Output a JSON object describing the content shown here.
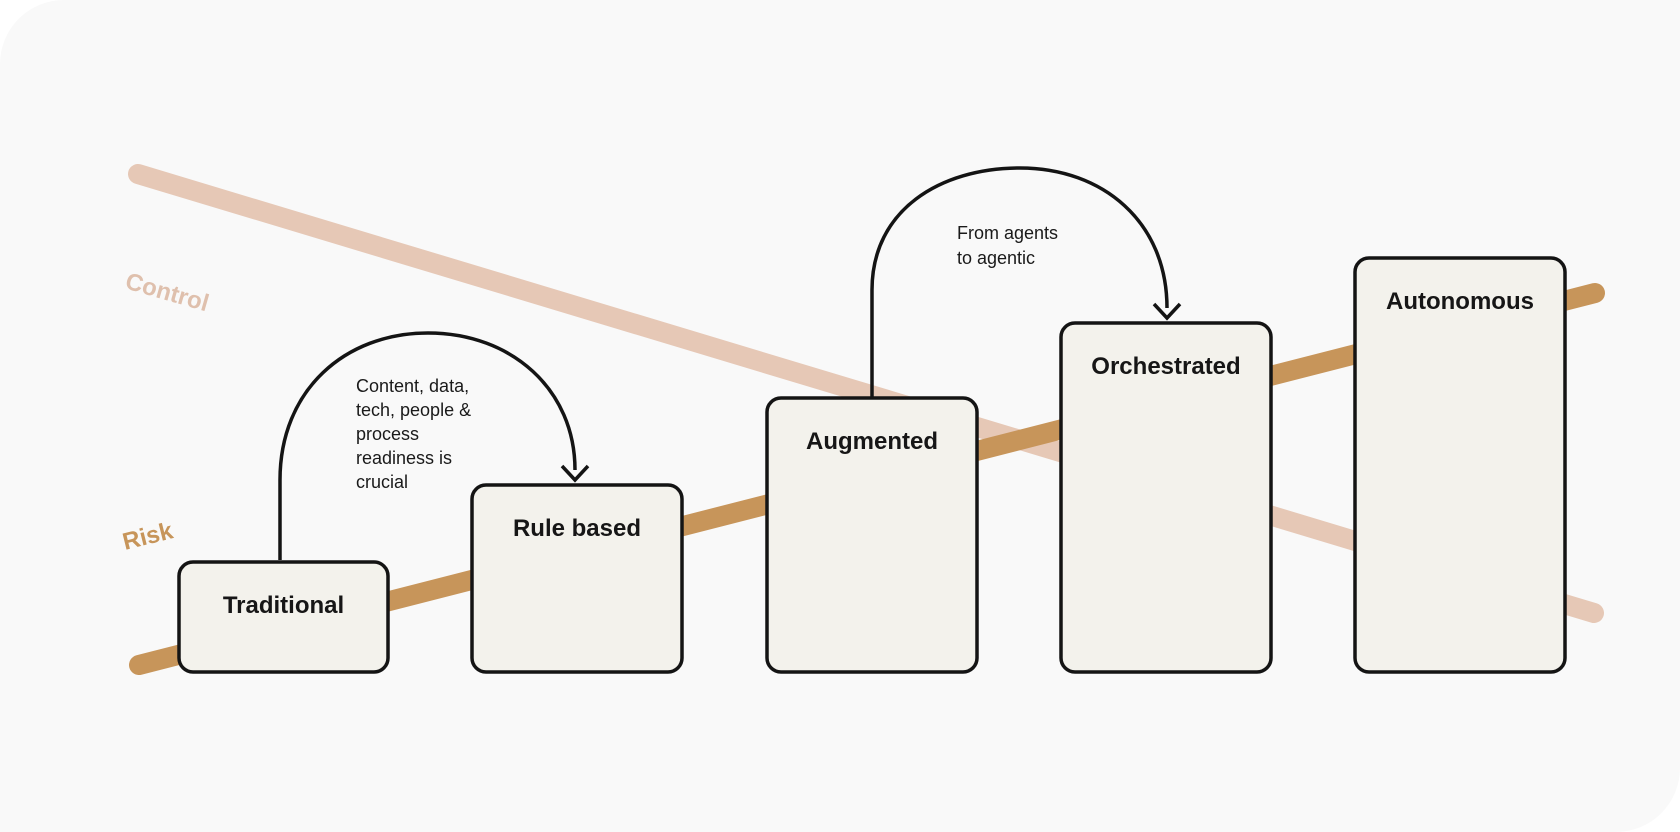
{
  "colors": {
    "background": "#f9f9f9",
    "box_fill": "#f3f2ec",
    "box_stroke": "#141414",
    "control_line": "#e6c8b6",
    "control_label": "#dfc0ad",
    "risk_line": "#c7955a",
    "risk_label": "#c7955a",
    "arrow": "#141414"
  },
  "axes": {
    "control_label": "Control",
    "risk_label": "Risk"
  },
  "stages": [
    {
      "id": "traditional",
      "label": "Traditional"
    },
    {
      "id": "rule-based",
      "label": "Rule based"
    },
    {
      "id": "augmented",
      "label": "Augmented"
    },
    {
      "id": "orchestrated",
      "label": "Orchestrated"
    },
    {
      "id": "autonomous",
      "label": "Autonomous"
    }
  ],
  "transitions": [
    {
      "from": "traditional",
      "to": "rule-based",
      "note_lines": [
        "Content, data,",
        "tech, people &",
        "process",
        "readiness is",
        "crucial"
      ]
    },
    {
      "from": "augmented",
      "to": "orchestrated",
      "note_lines": [
        "From agents",
        "to agentic"
      ]
    }
  ]
}
